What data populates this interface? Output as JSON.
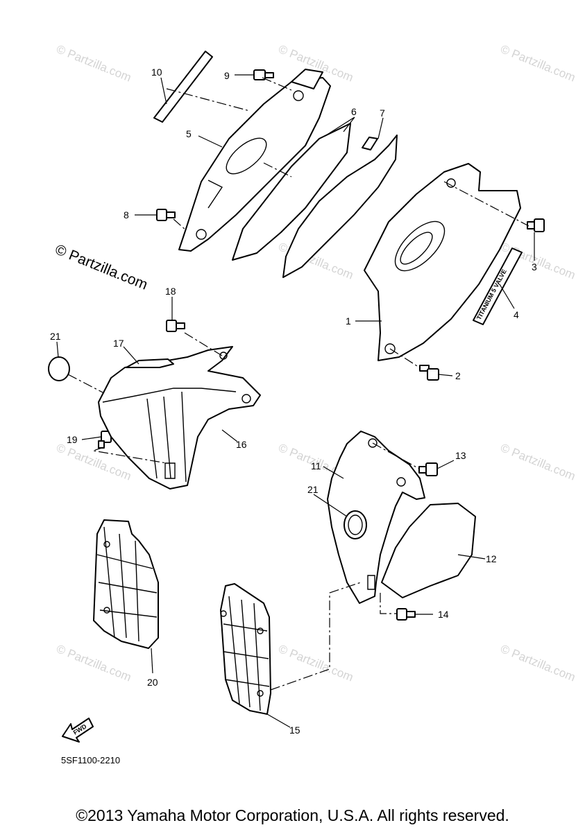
{
  "watermark": "© Partzilla.com",
  "logo": "© Partzilla.com",
  "callouts": {
    "c1": "1",
    "c2": "2",
    "c3": "3",
    "c4": "4",
    "c5": "5",
    "c6": "6",
    "c7": "7",
    "c8": "8",
    "c9": "9",
    "c10": "10",
    "c11": "11",
    "c12": "12",
    "c13": "13",
    "c14": "14",
    "c15": "15",
    "c16": "16",
    "c17": "17",
    "c18": "18",
    "c19": "19",
    "c20": "20",
    "c21a": "21",
    "c21b": "21"
  },
  "decal_text": "TITANIUM 5 VALVE",
  "fwd_label": "FWD",
  "diagram_code": "5SF1100-2210",
  "copyright": "©2013 Yamaha Motor Corporation, U.S.A. All rights reserved."
}
